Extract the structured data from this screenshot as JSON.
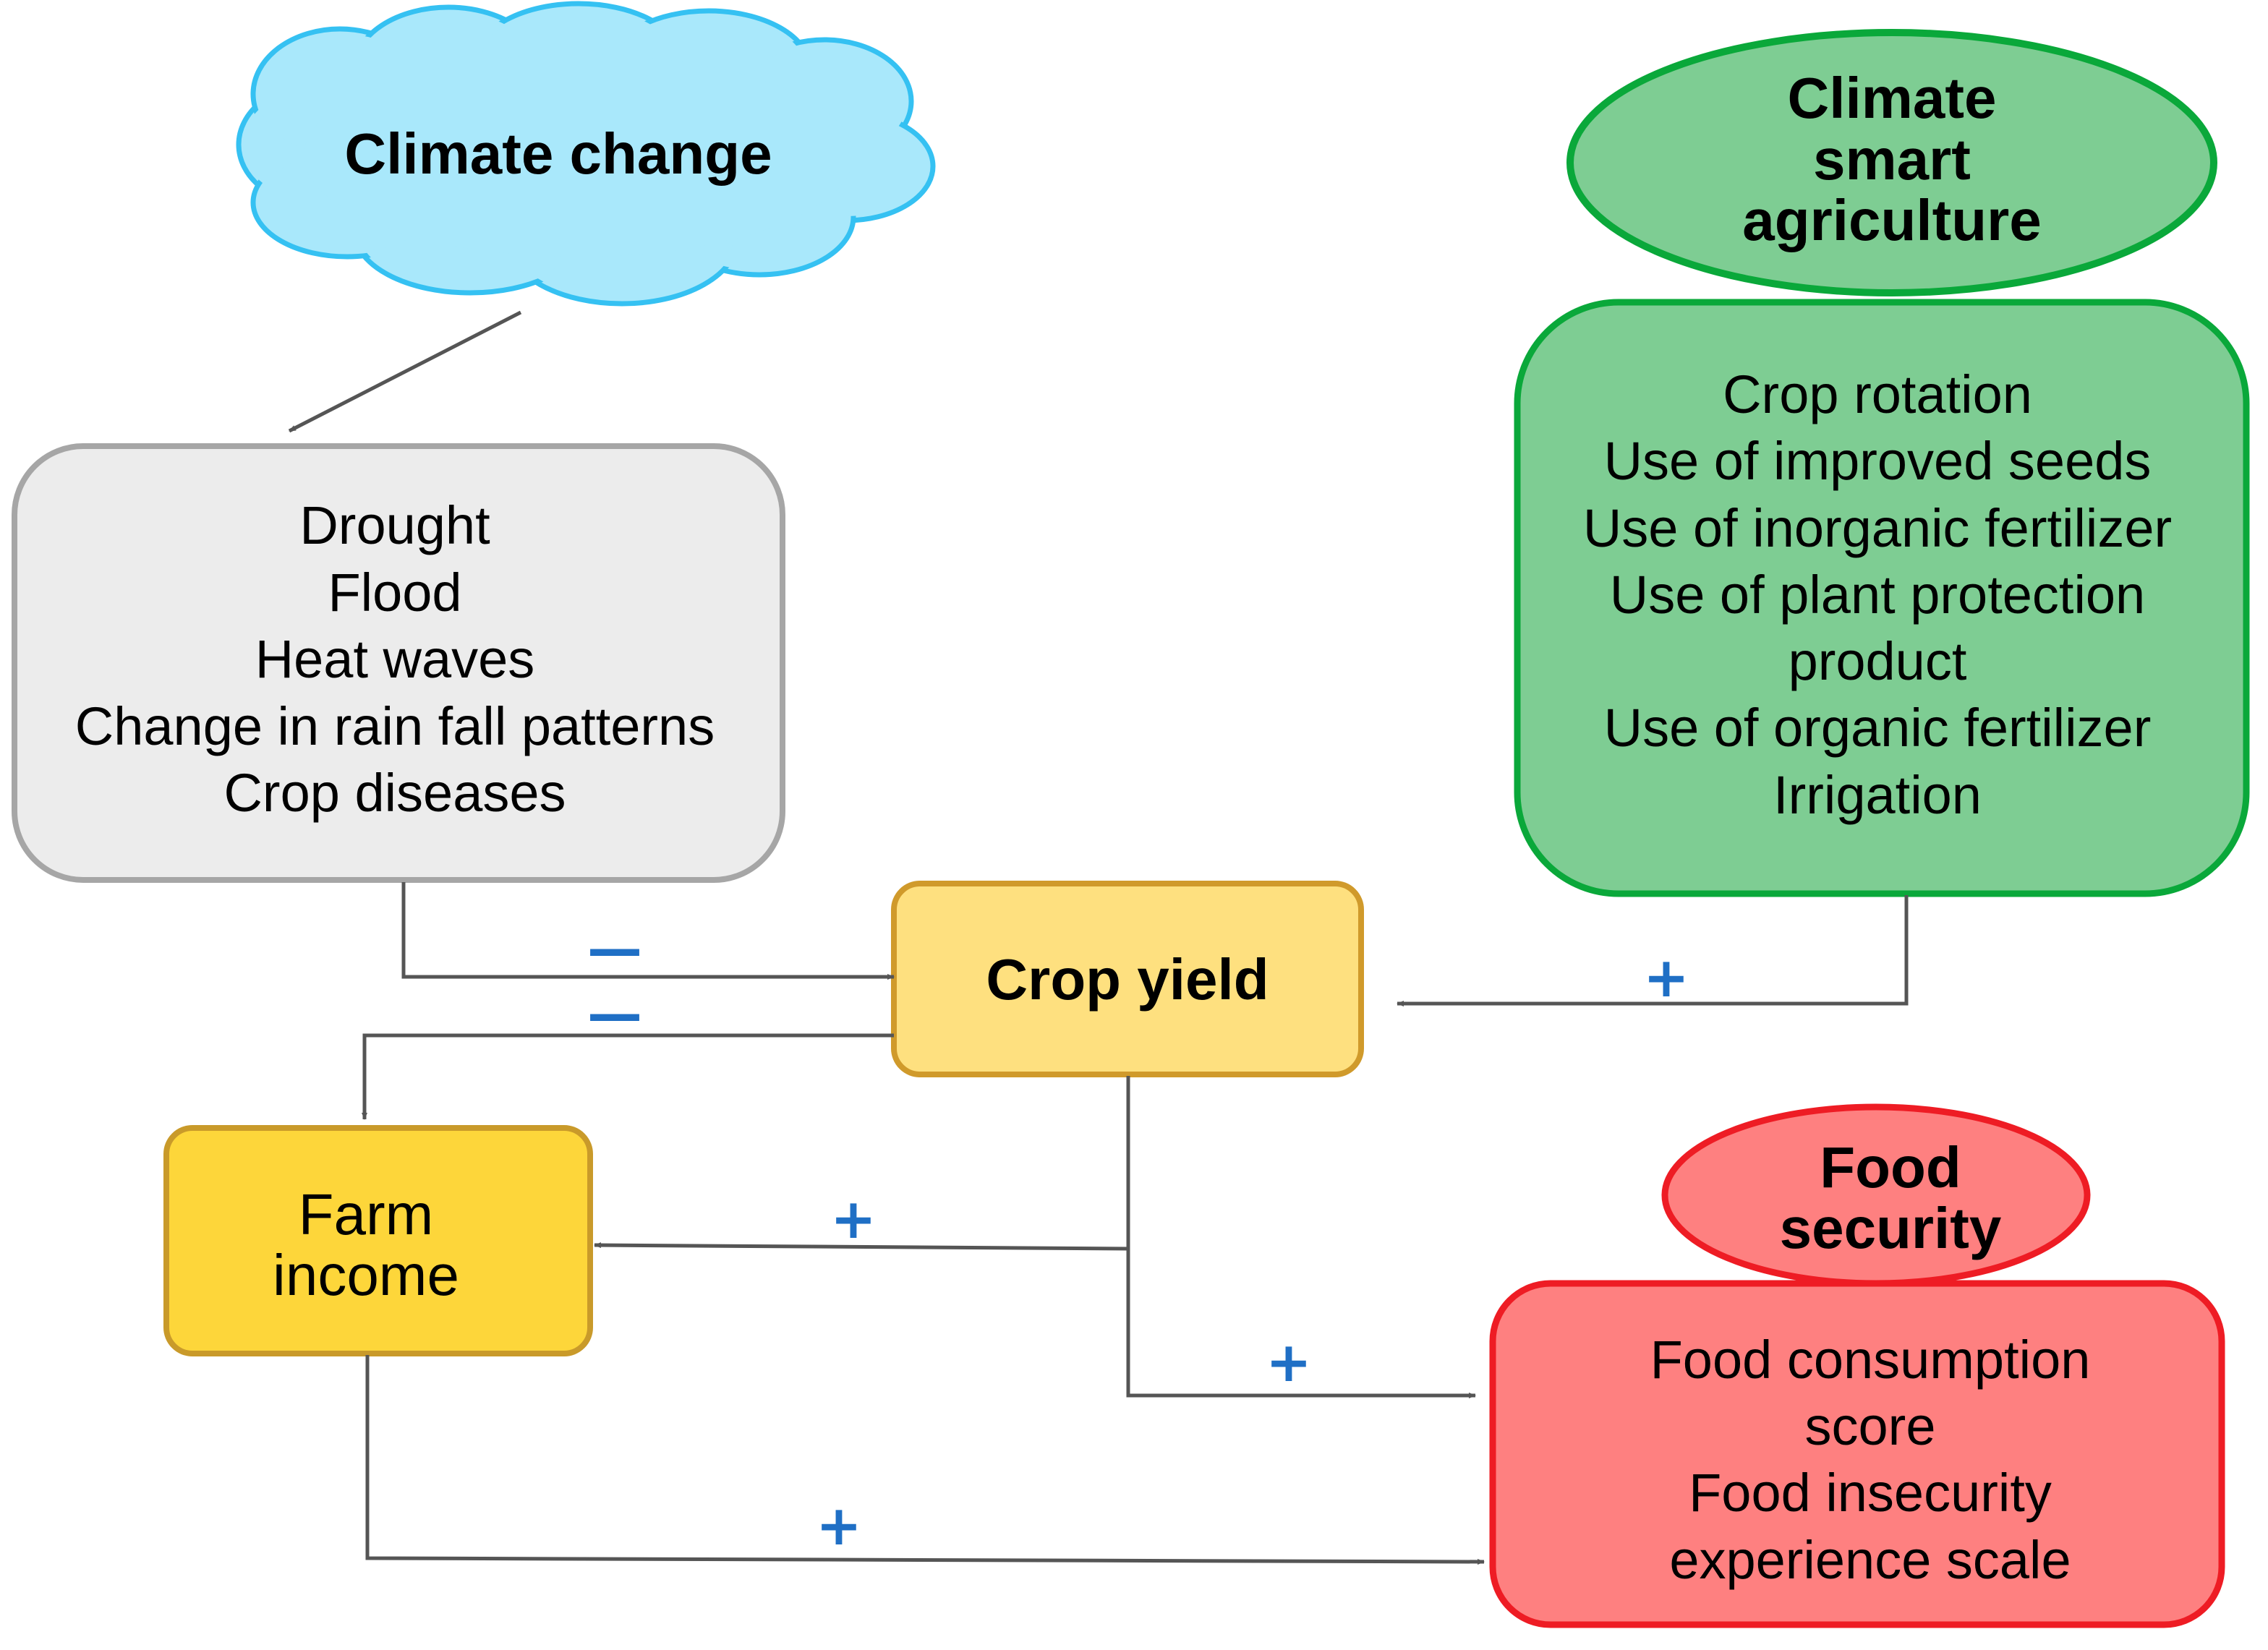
{
  "nodes": {
    "climate_change": {
      "label": "Climate change"
    },
    "climate_smart_agriculture": {
      "lines": [
        "Climate",
        "smart",
        "agriculture"
      ]
    },
    "climate_impacts": {
      "items": [
        "Drought",
        "Flood",
        "Heat waves",
        "Change in rain fall patterns",
        "Crop diseases"
      ]
    },
    "csa_practices": {
      "items": [
        "Crop rotation",
        "Use of improved seeds",
        "Use of inorganic fertilizer",
        "Use of plant protection",
        "product",
        "Use of organic fertilizer",
        "Irrigation"
      ]
    },
    "crop_yield": {
      "label": "Crop yield"
    },
    "farm_income": {
      "lines": [
        "Farm",
        "income"
      ]
    },
    "food_security": {
      "lines": [
        "Food",
        "security"
      ]
    },
    "food_security_measures": {
      "items": [
        "Food consumption",
        "score",
        "Food insecurity",
        "experience scale"
      ]
    }
  },
  "edges": [
    {
      "from": "Climate change",
      "to": "Drought / Flood / Heat waves / Change in rain fall patterns / Crop diseases",
      "sign": ""
    },
    {
      "from": "Drought / Flood / Heat waves / Change in rain fall patterns / Crop diseases",
      "to": "Crop yield",
      "sign": "—"
    },
    {
      "from": "Crop yield",
      "to": "Farm income",
      "sign": "—"
    },
    {
      "from": "Climate smart agriculture practices",
      "to": "Crop yield",
      "sign": "+"
    },
    {
      "from": "Crop yield",
      "to": "Farm income",
      "sign": "+"
    },
    {
      "from": "Crop yield",
      "to": "Food security measures",
      "sign": "+"
    },
    {
      "from": "Farm income",
      "to": "Food security measures",
      "sign": "+"
    }
  ],
  "colors": {
    "cloud_fill": "#a9e8fb",
    "cloud_stroke": "#35c1f2",
    "impacts_fill": "#ececec",
    "impacts_stroke": "#a6a6a6",
    "csa_fill": "#7ecd93",
    "csa_stroke": "#0aa83a",
    "crop_yield_fill": "#fee07f",
    "crop_yield_stroke": "#d09a2b",
    "farm_income_fill": "#fdd63a",
    "farm_income_stroke": "#c99a2a",
    "food_fill": "#fe8080",
    "food_stroke": "#ee1c24",
    "edge": "#555555",
    "sign": "#1f6fc5"
  }
}
